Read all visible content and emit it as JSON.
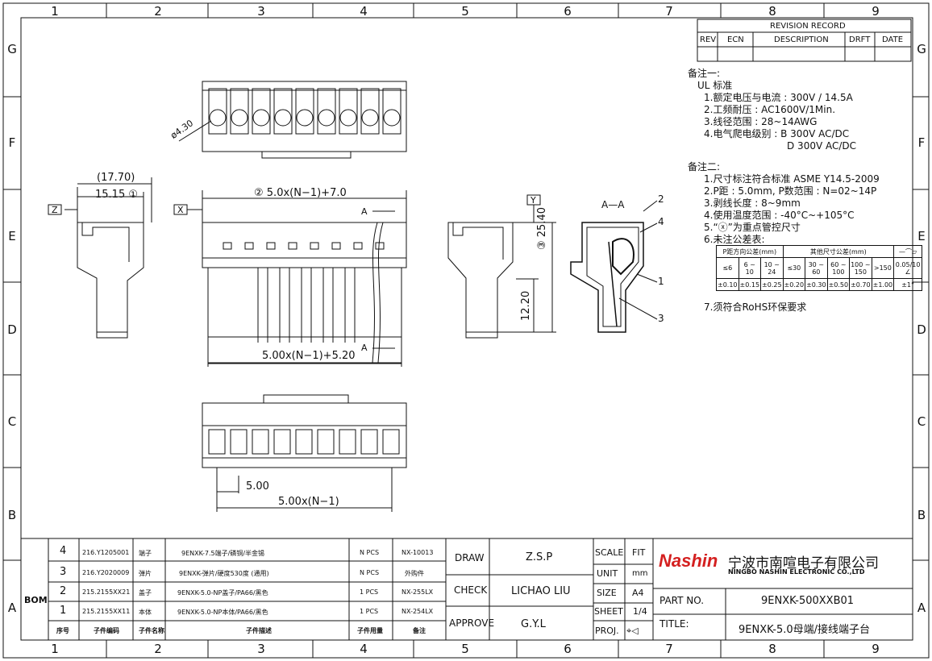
{
  "zones": {
    "columns": [
      "1",
      "2",
      "3",
      "4",
      "5",
      "6",
      "7",
      "8",
      "9"
    ],
    "rows": [
      "G",
      "F",
      "E",
      "D",
      "C",
      "B",
      "A"
    ]
  },
  "revision": {
    "title": "REVISION RECORD",
    "headers": [
      "REV",
      "ECN",
      "DESCRIPTION",
      "DRFT",
      "DATE"
    ]
  },
  "notes1": {
    "heading": "备注一:",
    "sub": "UL  标准",
    "lines": [
      "1.额定电压与电流 : 300V / 14.5A",
      "2.工频耐压 : AC1600V/1Min.",
      "3.线径范围 : 28~14AWG",
      "4.电气爬电级别 : B  300V AC/DC",
      "D  300V AC/DC"
    ]
  },
  "notes2": {
    "heading": "备注二:",
    "lines": [
      "1.尺寸标注符合标准 ASME Y14.5-2009",
      "2.P距 : 5.0mm, P数范围 : N=02~14P",
      "3.剥线长度 : 8~9mm",
      "4.使用温度范围 : -40°C~+105°C",
      "5.“ⓧ”为重点管控尺寸",
      "6.未注公差表:"
    ],
    "last": "7.须符合RoHS环保要求"
  },
  "tolerance": {
    "h1": "P距方向公差(mm)",
    "h2": "其他尺寸公差(mm)",
    "h3": "—⌒▱",
    "ranges": [
      "≤6",
      "6 ~ 10",
      "10 ~ 24",
      "≤30",
      "30 ~ 60",
      "60 ~ 100",
      "100 ~ 150",
      ">150",
      "0.05/10"
    ],
    "values": [
      "±0.10",
      "±0.15",
      "±0.25",
      "±0.20",
      "±0.30",
      "±0.50",
      "±0.70",
      "±1.00",
      "±1°"
    ],
    "angle_symbol": "∠"
  },
  "dims": {
    "d430": "ø4.30",
    "d1770": "(17.70)",
    "d1515": "15.15 ①",
    "dtop": "② 5.0x(N−1)+7.0",
    "dbot": "5.00x(N−1)+5.20",
    "d2540": "③ 25.40",
    "d1220": "12.20",
    "d500": "5.00",
    "d500n": "5.00x(N−1)",
    "datum_z": "Z",
    "datum_x": "X",
    "datum_y": "Y",
    "section": "A—A",
    "sec_a1": "A",
    "sec_a2": "A",
    "b1": "1",
    "b2": "2",
    "b3": "3",
    "b4": "4"
  },
  "bom": {
    "label": "BOM",
    "rows": [
      {
        "no": "4",
        "code": "216.Y1205001",
        "name": "端子",
        "desc": "9ENXK-7.5端子/磷铜/半金锡",
        "qty": "N PCS",
        "ref": "NX-10013"
      },
      {
        "no": "3",
        "code": "216.Y2020009",
        "name": "弹片",
        "desc": "9ENXK-弹片/硬度530度 (通用)",
        "qty": "N PCS",
        "ref": "外购件"
      },
      {
        "no": "2",
        "code": "215.2155XX21",
        "name": "盖子",
        "desc": "9ENXK-5.0-NP盖子/PA66/黑色",
        "qty": "1 PCS",
        "ref": "NX-255LX"
      },
      {
        "no": "1",
        "code": "215.2155XX11",
        "name": "本体",
        "desc": "9ENXK-5.0-NP本体/PA66/黑色",
        "qty": "1 PCS",
        "ref": "NX-254LX"
      }
    ],
    "footer": [
      "序号",
      "子件编码",
      "子件名称",
      "子件描述",
      "子件用量",
      "备注"
    ]
  },
  "title_block": {
    "draw_label": "DRAW",
    "draw_value": "Z.S.P",
    "check_label": "CHECK",
    "check_value": "LICHAO LIU",
    "approve_label": "APPROVE",
    "approve_value": "G.Y.L",
    "scale_label": "SCALE",
    "scale_value": "FIT",
    "unit_label": "UNIT",
    "unit_value": "mm",
    "size_label": "SIZE",
    "size_value": "A4",
    "sheet_label": "SHEET",
    "sheet_value": "1/4",
    "proj_label": "PROJ.",
    "proj_symbol": "⌖◁",
    "logo": "Nashin",
    "company_cn": "宁波市南喧电子有限公司",
    "company_en": "NINGBO NASHIN ELECTRONIC CO.,LTD",
    "part_label": "PART NO.",
    "part_value": "9ENXK-500XXB01",
    "title_label": "TITLE:",
    "title_value": "9ENXK-5.0母端/接线端子台"
  },
  "colors": {
    "line": "#111111",
    "logo": "#d42020"
  }
}
